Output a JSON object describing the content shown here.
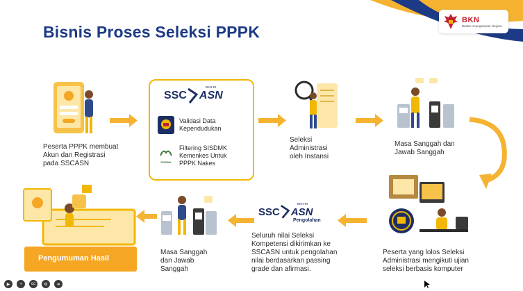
{
  "title": "Bisnis Proses Seleksi PPPK",
  "logo": {
    "name": "BKN",
    "subtitle": "Badan Kepegawaian Negara"
  },
  "sscasn": {
    "ssc": "SSC",
    "asn": "ASN",
    "bkn_ri": "BKN-RI",
    "pengolahan": "Pengolahan"
  },
  "steps": {
    "registrasi": [
      "Peserta PPPK membuat",
      "Akun dan Registrasi",
      "pada SSCASN"
    ],
    "validasi": [
      "Validasi Data",
      "Kependudukan"
    ],
    "filtering": [
      "Filtering SISDMK",
      "Kemenkes Untuk",
      "PPPK Nakes"
    ],
    "sisdmk_label": "SISDMK",
    "seleksi_admin": [
      "Seleksi",
      "Administrasi",
      "oleh Instansi"
    ],
    "sanggah_1": [
      "Masa Sanggah dan",
      "Jawab Sanggah"
    ],
    "ujian": [
      "Peserta yang lolos Seleksi",
      "Administrasi mengikuti ujian",
      "seleksi berbasis komputer"
    ],
    "pengolahan": [
      "Seluruh nilai Seleksi",
      "Kompetensi dikirimkan ke",
      "SSCASN untuk pengolahan",
      "nilai berdasarkan passing",
      "grade dan afirmasi."
    ],
    "sanggah_2": [
      "Masa Sanggah",
      "dan Jawab",
      "Sanggah"
    ],
    "pengumuman": "Pengumuman Hasil"
  },
  "colors": {
    "title": "#1d3a86",
    "accent": "#f2b705",
    "arrow": "#f5b331",
    "navy": "#1d2e63",
    "logo_red": "#c21f2d"
  },
  "icons": [
    "garuda-emblem-icon",
    "sscasn-logo-icon",
    "dukcapil-emblem-icon",
    "sisdmk-logo-icon",
    "arrow-right-icon",
    "arrow-left-icon",
    "curved-arrow-icon",
    "play-icon",
    "volume-icon",
    "captions-icon",
    "settings-icon",
    "cursor-icon"
  ]
}
